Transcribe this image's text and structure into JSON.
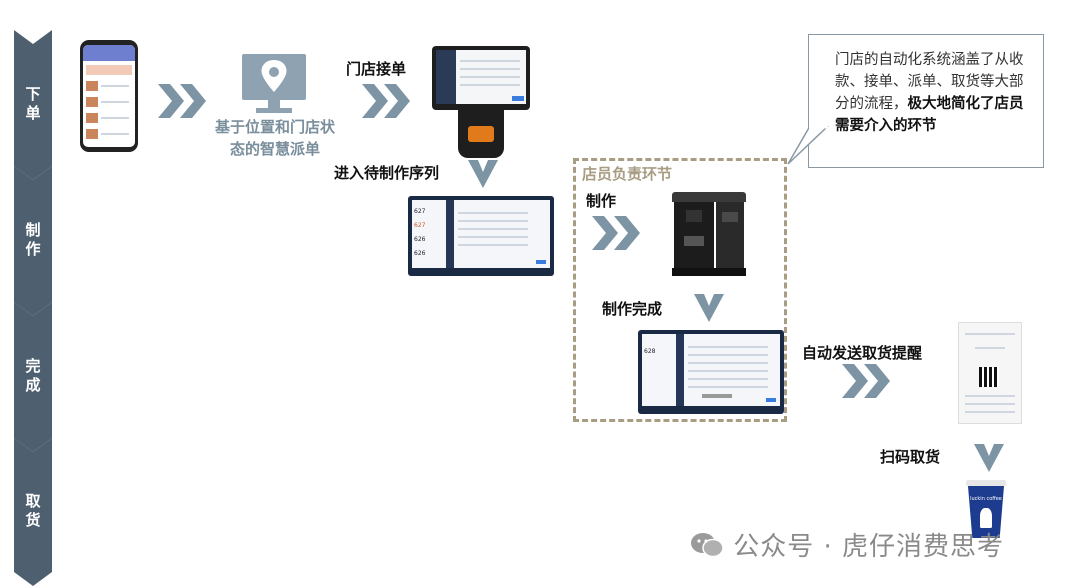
{
  "stages": [
    "下单",
    "制作",
    "完成",
    "取货"
  ],
  "labels": {
    "smart_dispatch": "基于位置和门店状态的智慧派单",
    "store_order": "门店接单",
    "queue": "进入待制作序列",
    "staff_section": "店员负责环节",
    "making": "制作",
    "done": "制作完成",
    "notify": "自动发送取货提醒",
    "scan_pickup": "扫码取货"
  },
  "callout": {
    "normal": "门店的自动化系统涵盖了从收款、接单、派单、取货等大部分的流程，",
    "bold": "极大地简化了店员需要介入的环节"
  },
  "screen_a_codes": [
    "627",
    "627",
    "626",
    "626"
  ],
  "screen_b_codes": [
    "628"
  ],
  "cup_brand": "luckin coffee",
  "watermark": "公众号 · 虎仔消费思考",
  "colors": {
    "stage": "#4e6070",
    "arrow": "#7d94a5",
    "dashed": "#a89c82",
    "grey_text": "#7a8e9c"
  }
}
